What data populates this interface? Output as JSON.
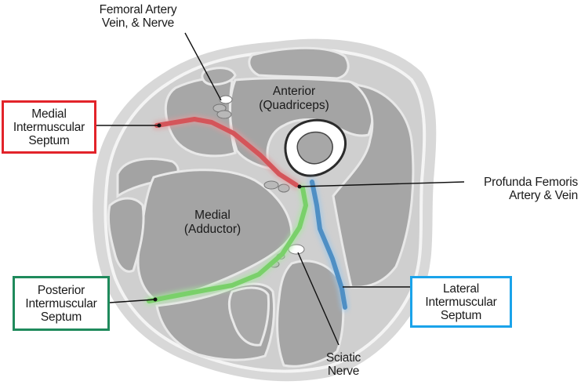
{
  "labels": {
    "femoral": [
      "Femoral Artery",
      "Vein, & Nerve"
    ],
    "anterior": [
      "Anterior",
      "(Quadriceps)"
    ],
    "medial_compartment": [
      "Medial",
      "(Adductor)"
    ],
    "profunda": [
      "Profunda Femoris",
      "Artery & Vein"
    ],
    "sciatic": [
      "Sciatic",
      "Nerve"
    ]
  },
  "boxes": {
    "medial_septum": {
      "lines": [
        "Medial",
        "Intermuscular",
        "Septum"
      ],
      "color": "#e2232a"
    },
    "posterior_septum": {
      "lines": [
        "Posterior",
        "Intermuscular",
        "Septum"
      ],
      "color": "#1f8a5c"
    },
    "lateral_septum": {
      "lines": [
        "Lateral",
        "Intermuscular",
        "Septum"
      ],
      "color": "#1aa3ea"
    }
  },
  "colors": {
    "outer_tissue": "#d6d6d6",
    "muscle": "#a6a6a6",
    "medial_septum_line": "#d4555a",
    "posterior_septum_line": "#7ad06a",
    "lateral_septum_line": "#4f8fc4",
    "leader": "#111111"
  }
}
